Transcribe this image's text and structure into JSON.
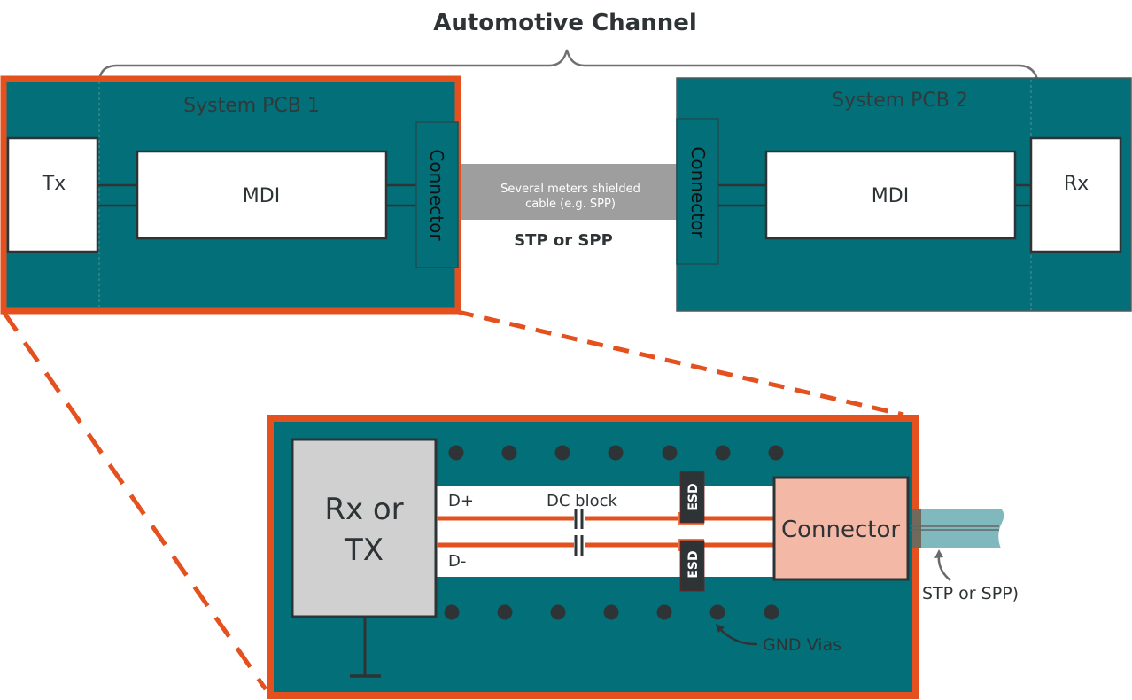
{
  "title": "Automotive Channel",
  "colors": {
    "pcb": "#036f78",
    "highlight": "#e5501f",
    "cable": "#9e9e9e",
    "dark": "#2e3436",
    "chip_gray": "#d0d0d0",
    "connector_pink": "#f4b9a6",
    "cable_teal": "#7fb8bd"
  },
  "pcb1": {
    "label": "System PCB 1",
    "tx_label": "Tx",
    "mdi_label": "MDI",
    "connector_label": "Connector"
  },
  "pcb2": {
    "label": "System PCB 2",
    "rx_label": "Rx",
    "mdi_label": "MDI",
    "connector_label": "Connector"
  },
  "cable": {
    "line1": "Several meters shielded",
    "line2": "cable (e.g. SPP)",
    "type_label": "STP or SPP"
  },
  "detail": {
    "chip_line1": "Rx or",
    "chip_line2": "TX",
    "d_plus": "D+",
    "d_minus": "D-",
    "dc_block": "DC block",
    "esd_top": "ESD",
    "esd_bottom": "ESD",
    "connector_label": "Connector",
    "gnd_vias_label": "GND Vias",
    "cable_label": "STP or SPP)"
  }
}
